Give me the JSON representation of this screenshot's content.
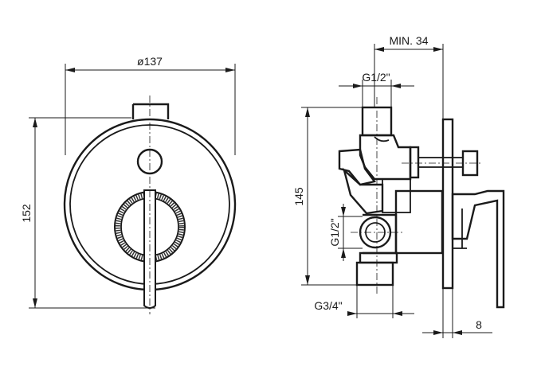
{
  "front_view": {
    "diameter_label": "ø137",
    "height_label": "152"
  },
  "side_view": {
    "min_depth_label": "MIN. 34",
    "top_connection_label": "G1/2\"",
    "height_label": "145",
    "side_connection_label": "G1/2\"",
    "bottom_connection_label": "G3/4\"",
    "plate_thickness_label": "8"
  }
}
